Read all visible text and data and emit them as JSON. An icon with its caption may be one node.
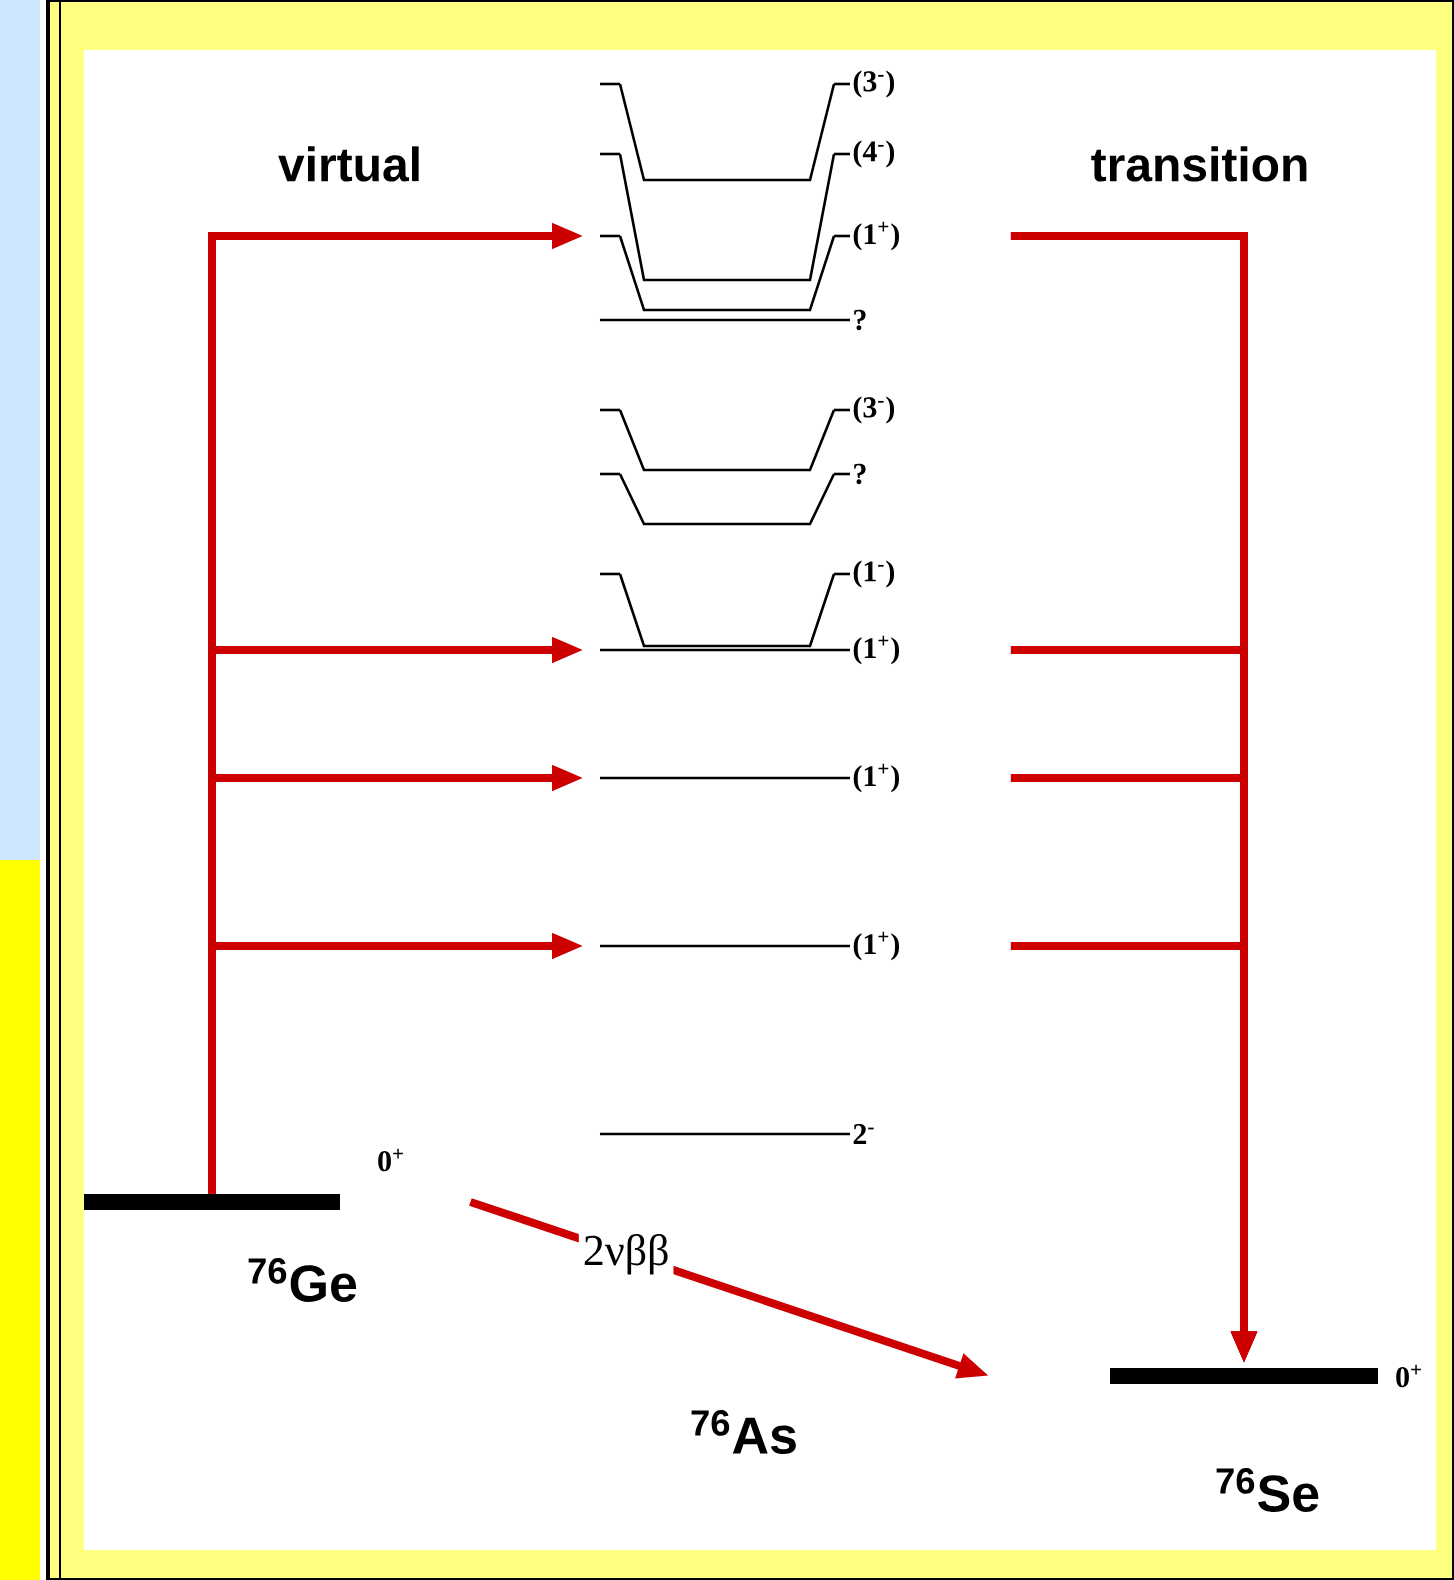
{
  "diagram": {
    "nodes": [
      {
        "text": [
          "0$^{+}$"
        ],
        "beside": [
          "$^{76}$Ge"
        ]
      },
      {
        "text": [
          "0$^{+}$"
        ],
        "beside": [
          "$^{76}$Se"
        ]
      },
      {
        "text": [
          "(3$^{-}$)"
        ]
      },
      {
        "text": [
          "(4$^{-}$)"
        ]
      },
      {
        "text": [
          "(1$^{+}$)"
        ]
      },
      {
        "text": [
          "?"
        ]
      },
      {
        "text": [
          "(3$^{-}$)"
        ]
      },
      {
        "text": [
          "?"
        ]
      },
      {
        "text": [
          "(1$^{-}$)"
        ]
      },
      {
        "text": [
          "(1$^{+}$)"
        ]
      },
      {
        "text": [
          "(1$^{+}$)"
        ]
      },
      {
        "text": [
          "(1$^{+}$)"
        ]
      },
      {
        "text": [
          "2$^{-}$"
        ]
      }
    ],
    "edges": [
      {
        "from": 0,
        "to": 4,
        "arrow": "to",
        "color": "#cc0000"
      },
      {
        "from": 0,
        "to": 9,
        "arrow": "to",
        "color": "#cc0000"
      },
      {
        "from": 0,
        "to": 10,
        "arrow": "to",
        "color": "#cc0000"
      },
      {
        "from": 0,
        "to": 11,
        "arrow": "to",
        "color": "#cc0000"
      },
      {
        "from": 4,
        "to": 1,
        "arrow": "to",
        "color": "#cc0000"
      },
      {
        "from": 9,
        "to": 1,
        "arrow": "to",
        "color": "#cc0000"
      },
      {
        "from": 10,
        "to": 1,
        "arrow": "to",
        "color": "#cc0000"
      },
      {
        "from": 11,
        "to": 1,
        "arrow": "to",
        "color": "#cc0000"
      },
      {
        "from": 0,
        "to": 1,
        "arrow": "to",
        "label": "2νββ",
        "color": "#cc0000"
      }
    ],
    "labels": [
      "virtual",
      "transition",
      "$^{76}$As"
    ]
  }
}
